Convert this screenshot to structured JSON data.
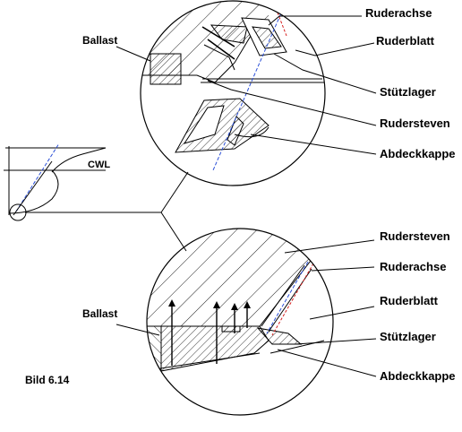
{
  "caption": "Bild 6.14",
  "overview": {
    "waterline_label": "CWL"
  },
  "upper_detail": {
    "labels": {
      "rudder_axis": "Ruderachse",
      "rudder_blade": "Ruderblatt",
      "ballast": "Ballast",
      "support_bearing": "Stützlager",
      "rudder_post": "Rudersteven",
      "cover_cap": "Abdeckkappe"
    }
  },
  "lower_detail": {
    "labels": {
      "rudder_post": "Rudersteven",
      "rudder_axis": "Ruderachse",
      "rudder_blade": "Ruderblatt",
      "ballast": "Ballast",
      "support_bearing": "Stützlager",
      "cover_cap": "Abdeckkappe"
    }
  },
  "colors": {
    "axis_line": "#2a4fd8",
    "axis_line_secondary": "#d62020",
    "hatch": "#000000"
  }
}
